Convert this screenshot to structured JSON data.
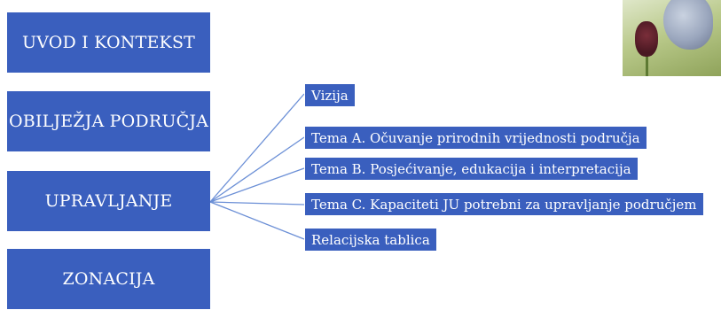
{
  "sections": [
    {
      "label": "UVOD I KONTEKST"
    },
    {
      "label": "OBILJEŽJA PODRUČJA"
    },
    {
      "label": "UPRAVLJANJE"
    },
    {
      "label": "ZONACIJA"
    }
  ],
  "branches": [
    {
      "label": "Vizija"
    },
    {
      "label": "Tema A. Očuvanje prirodnih vrijednosti područja"
    },
    {
      "label": "Tema B. Posjećivanje, edukacija i interpretacija"
    },
    {
      "label": "Tema C. Kapaciteti JU potrebni za upravljanje područjem"
    },
    {
      "label": "Relacijska tablica"
    }
  ],
  "colors": {
    "box": "#3a5fbe",
    "connector": "#6b8fd6"
  }
}
